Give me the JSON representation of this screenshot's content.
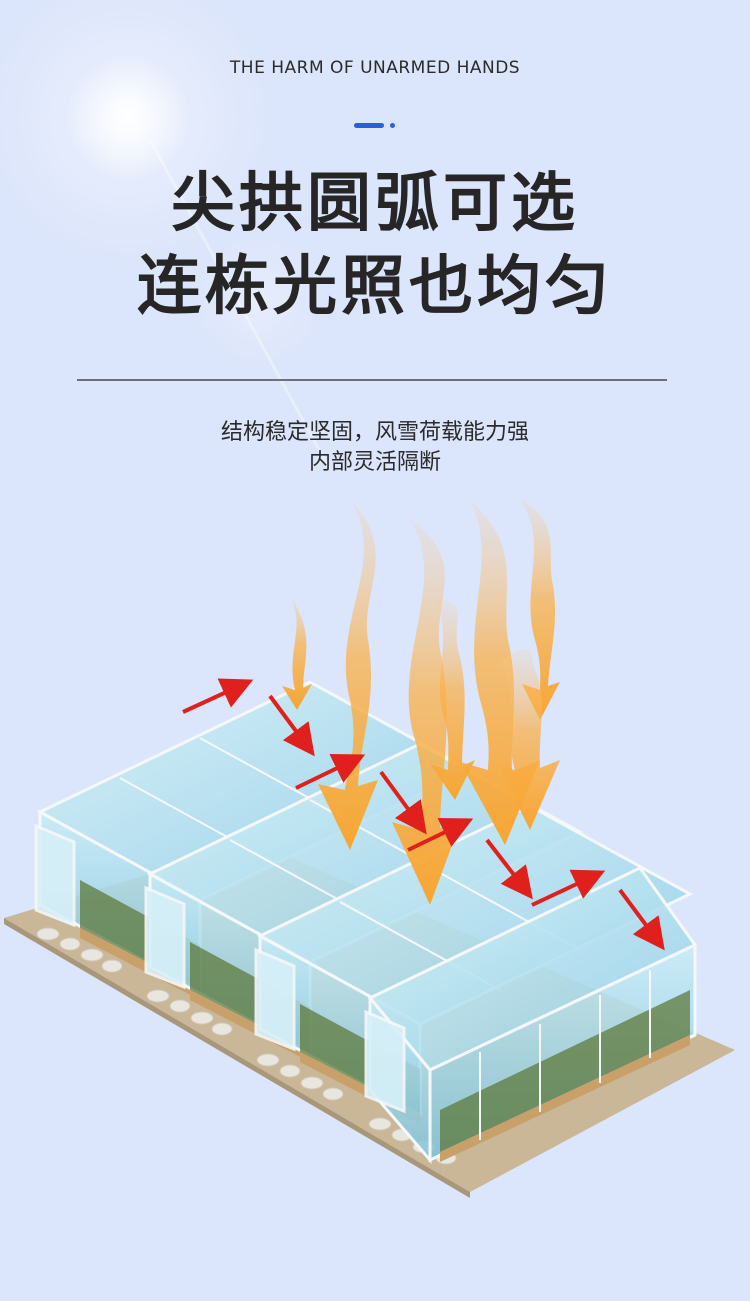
{
  "header": {
    "subtitle_en": "THE HARM OF UNARMED HANDS",
    "headline_line1": "尖拱圆弧可选",
    "headline_line2": "连栋光照也均匀"
  },
  "description": {
    "line1": "结构稳定坚固，风雪荷载能力强",
    "line2": "内部灵活隔断"
  },
  "colors": {
    "background": "#dbe5fb",
    "accent": "#2860d9",
    "flame": "#f8a531",
    "arrow": "#e0201c",
    "glass": "#a9dcee"
  },
  "illustration": {
    "subject": "connected-greenhouse",
    "heat_flows": 7,
    "airflow_arrows": 8
  }
}
